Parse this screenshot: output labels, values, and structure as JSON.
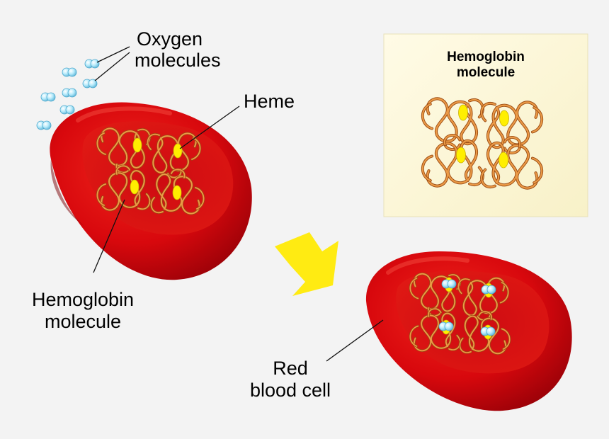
{
  "labels": {
    "oxygen_line1": "Oxygen",
    "oxygen_line2": "molecules",
    "heme": "Heme",
    "hemoglobin_line1": "Hemoglobin",
    "hemoglobin_line2": "molecule",
    "rbc_line1": "Red",
    "rbc_line2": "blood cell"
  },
  "inset": {
    "title_line1": "Hemoglobin",
    "title_line2": "molecule"
  },
  "colors": {
    "cell_red": "#d8080d",
    "cell_dark": "#8e0006",
    "fiber": "#e38a3a",
    "heme_yellow": "#ffef00",
    "arrow_yellow": "#ffeb12",
    "inset_bg": "#fdf8d8",
    "oxygen": "#a9e3f7"
  }
}
